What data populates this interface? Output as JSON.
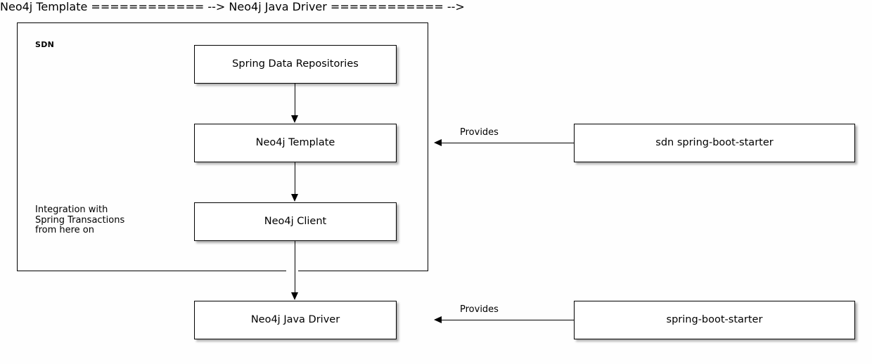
{
  "diagram": {
    "background_color": "#fefefe",
    "stroke_color": "#000000",
    "container": {
      "label": "SDN"
    },
    "nodes": [
      {
        "id": "spring-data-repositories",
        "label": "Spring Data Repositories"
      },
      {
        "id": "neo4j-template",
        "label": "Neo4j Template"
      },
      {
        "id": "neo4j-client",
        "label": "Neo4j Client"
      },
      {
        "id": "neo4j-java-driver",
        "label": "Neo4j Java Driver"
      },
      {
        "id": "sdn-spring-boot-starter",
        "label": "sdn spring-boot-starter"
      },
      {
        "id": "spring-boot-starter",
        "label": "spring-boot-starter"
      }
    ],
    "note": {
      "line1": "Integration with",
      "line2": "Spring Transactions",
      "line3": "from here on"
    },
    "edges": [
      {
        "id": "repositories-to-template",
        "label": ""
      },
      {
        "id": "template-to-client",
        "label": ""
      },
      {
        "id": "client-to-driver",
        "label": ""
      },
      {
        "id": "sdn-starter-provides",
        "label": "Provides"
      },
      {
        "id": "boot-starter-provides",
        "label": "Provides"
      }
    ]
  }
}
